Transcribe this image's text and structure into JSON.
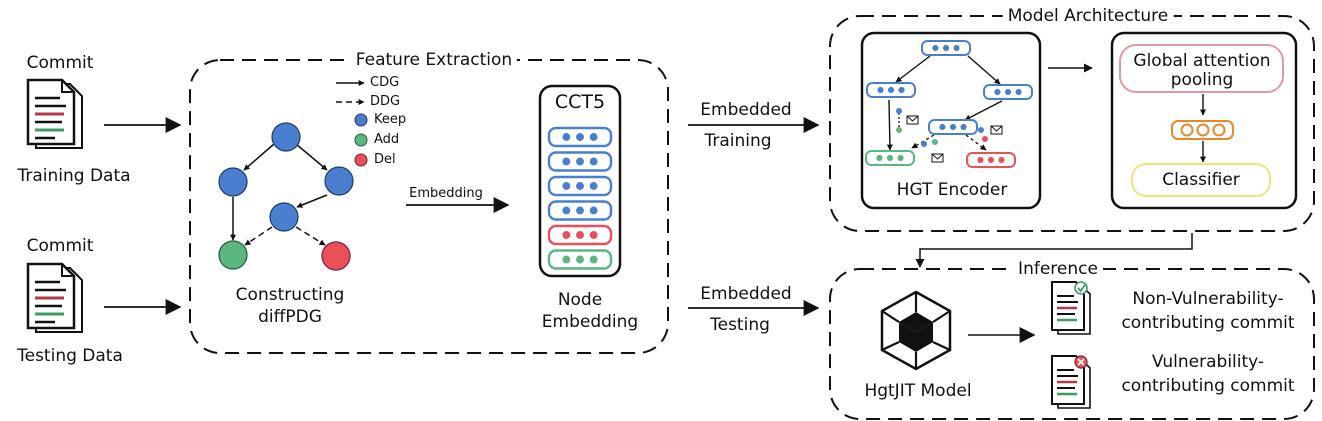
{
  "inputs": {
    "training": {
      "commit_label": "Commit",
      "data_label": "Training Data"
    },
    "testing": {
      "commit_label": "Commit",
      "data_label": "Testing Data"
    }
  },
  "feature_extraction": {
    "title": "Feature Extraction",
    "legend": [
      {
        "label": "CDG",
        "kind": "solid-arrow"
      },
      {
        "label": "DDG",
        "kind": "dashed-arrow"
      },
      {
        "label": "Keep",
        "color": "#4a7fd0"
      },
      {
        "label": "Add",
        "color": "#5bb67f"
      },
      {
        "label": "Del",
        "color": "#e8505b"
      }
    ],
    "graph_caption_line1": "Constructing",
    "graph_caption_line2": "diffPDG",
    "embedding_label": "Embedding"
  },
  "cct5": {
    "title": "CCT5",
    "rows": [
      "keep",
      "keep",
      "keep",
      "keep",
      "del",
      "add"
    ],
    "caption_line1": "Node",
    "caption_line2": "Embedding"
  },
  "arrows": {
    "training_top": "Embedded",
    "training_bottom": "Training",
    "testing_top": "Embedded",
    "testing_bottom": "Testing"
  },
  "model_architecture": {
    "title": "Model Architecture",
    "encoder_label": "HGT Encoder",
    "pooling_line1": "Global attention",
    "pooling_line2": "pooling",
    "classifier_label": "Classifier"
  },
  "inference": {
    "title": "Inference",
    "model_label": "HgtJIT Model",
    "outputs": [
      {
        "line1": "Non-Vulnerability-",
        "line2": "contributing commit",
        "status": "check"
      },
      {
        "line1": "Vulnerability-",
        "line2": "contributing commit",
        "status": "cross"
      }
    ]
  },
  "colors": {
    "keep": "#4a7fd0",
    "add": "#5bb67f",
    "del": "#e8505b",
    "pooling_border": "#dc9aa0",
    "classifier_border": "#efe27a",
    "pool_orange": "#e58a2a"
  }
}
